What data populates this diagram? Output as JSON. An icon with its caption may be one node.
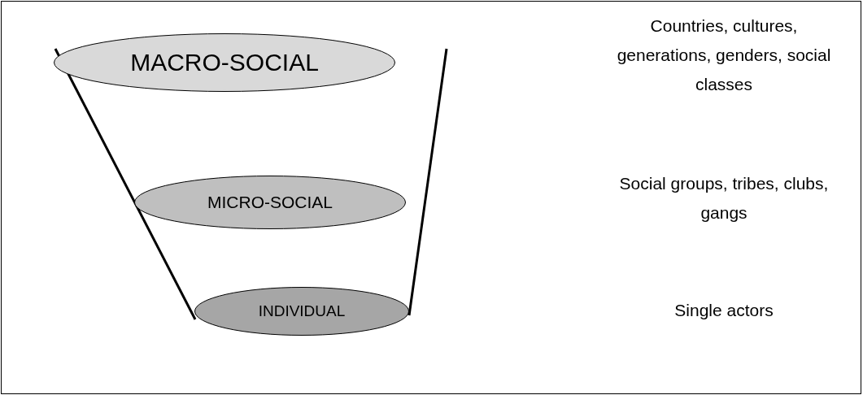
{
  "diagram": {
    "nodes": [
      {
        "text": [
          "MACRO-SOCIAL"
        ]
      },
      {
        "text": [
          "MICRO-SOCIAL"
        ]
      },
      {
        "text": [
          "INDIVIDUAL"
        ]
      }
    ],
    "labels": [
      "Countries, cultures, generations, genders, social classes",
      "Social groups, tribes, clubs, gangs",
      "Single actors"
    ]
  }
}
